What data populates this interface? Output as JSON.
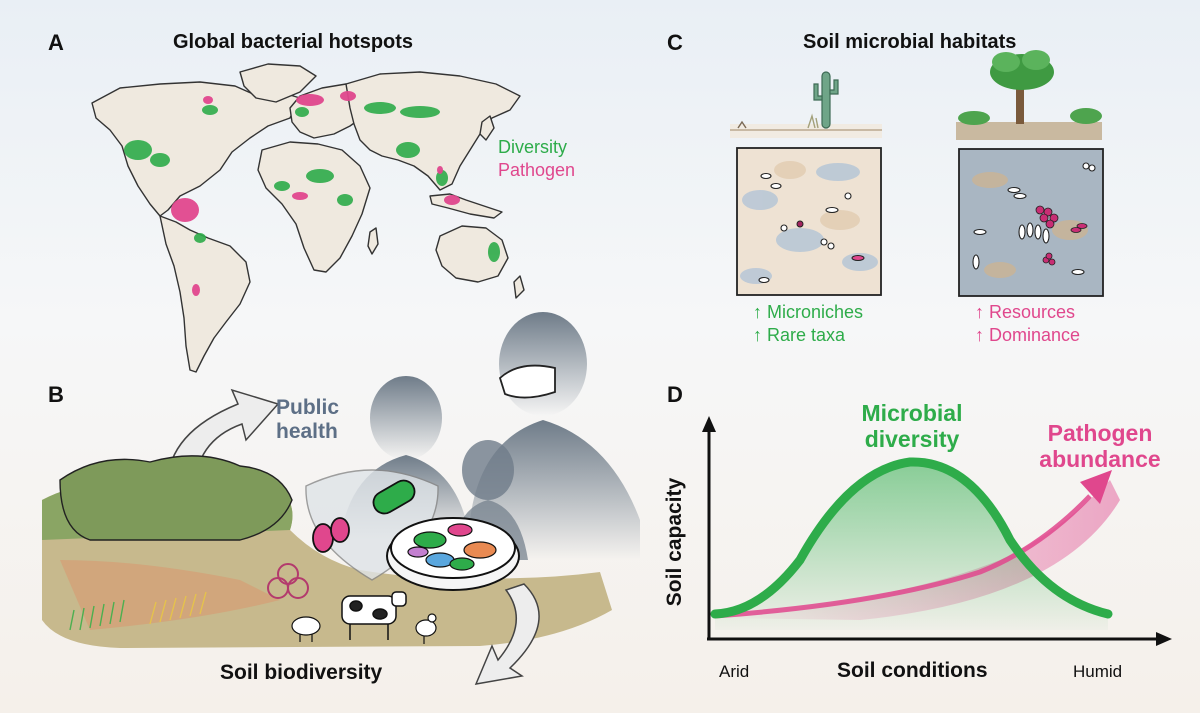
{
  "panelA": {
    "letter": "A",
    "title": "Global bacterial hotspots",
    "legend": [
      {
        "label": "Diversity",
        "color": "#2eac4a"
      },
      {
        "label": "Pathogen",
        "color": "#e0478d"
      }
    ]
  },
  "panelB": {
    "letter": "B",
    "public_health": [
      "Public",
      "health"
    ],
    "soil_biodiversity": "Soil biodiversity"
  },
  "panelC": {
    "letter": "C",
    "title": "Soil microbial habitats",
    "arid_labels": [
      "↑ Microniches",
      "↑ Rare taxa"
    ],
    "humid_labels": [
      "↑ Resources",
      "↑ Dominance"
    ]
  },
  "panelD": {
    "letter": "D",
    "diversity_label": [
      "Microbial",
      "diversity"
    ],
    "pathogen_label": [
      "Pathogen",
      "abundance"
    ],
    "ylabel": "Soil capacity",
    "xlabel": "Soil conditions",
    "x_start": "Arid",
    "x_end": "Humid"
  },
  "colors": {
    "diversity": "#2eac4a",
    "pathogen": "#e0478d",
    "land": "#efe9df",
    "soil": "#d9c7ae",
    "water_patch": "#9fb2c4"
  },
  "icons": [
    "world-map-icon",
    "cactus-icon",
    "tree-icon",
    "shield-icon",
    "biohazard-icon",
    "petri-dish-icon",
    "cow-icon",
    "sheep-icon",
    "chicken-icon",
    "masked-person-icon",
    "child-icon",
    "arrow-curved-icon"
  ]
}
